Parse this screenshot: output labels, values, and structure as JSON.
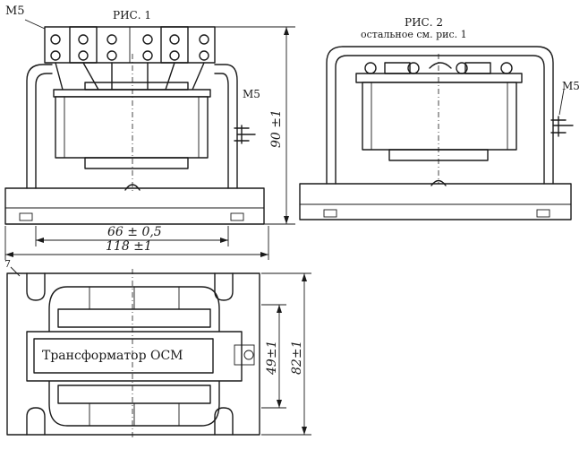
{
  "figure1": {
    "caption": "РИС. 1",
    "thread_top": "M5",
    "thread_side": "M5",
    "dim_height": "90 ±1",
    "dim_inner": "66 ± 0,5",
    "dim_overall": "118 ±1"
  },
  "figure2": {
    "caption": "РИС. 2",
    "note": "остальное см. рис. 1",
    "thread_side": "M5"
  },
  "plan": {
    "marker": "7",
    "nameplate": "Трансформатор ОСМ",
    "dim_inner": "49±1",
    "dim_overall": "82±1"
  }
}
